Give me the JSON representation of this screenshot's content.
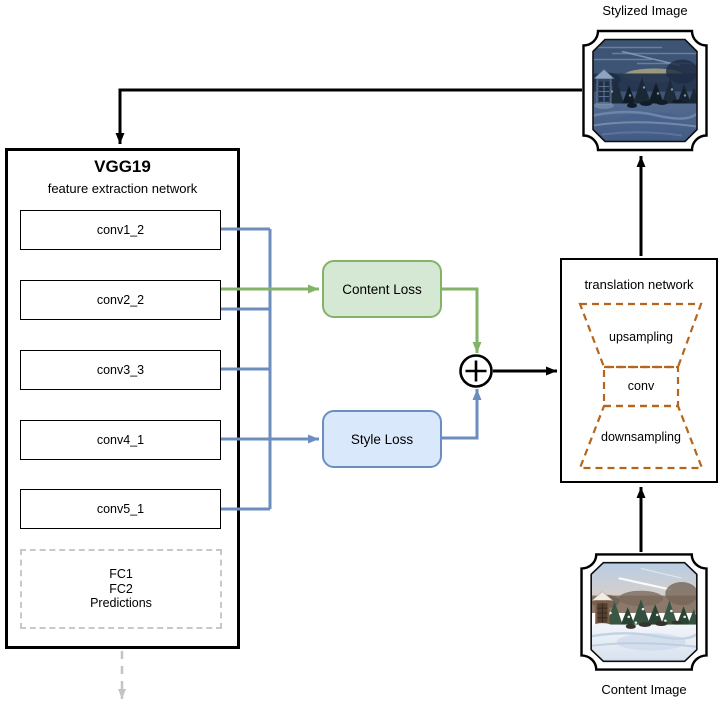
{
  "labels": {
    "stylized_image": "Stylized Image",
    "content_image": "Content Image"
  },
  "vgg": {
    "title": "VGG19",
    "subtitle": "feature extraction network",
    "layers": [
      "conv1_2",
      "conv2_2",
      "conv3_3",
      "conv4_1",
      "conv5_1"
    ],
    "fc": [
      "FC1",
      "FC2",
      "Predictions"
    ]
  },
  "loss": {
    "content": "Content Loss",
    "style": "Style Loss",
    "sum_symbol": "+"
  },
  "translation": {
    "title": "translation network",
    "blocks": [
      "upsampling",
      "conv",
      "downsampling"
    ]
  },
  "colors": {
    "content_loss_fill": "#d5e8d4",
    "content_loss_stroke": "#82b366",
    "style_loss_fill": "#dae8fc",
    "style_loss_stroke": "#6c8ebf",
    "connector_green": "#82b366",
    "connector_blue": "#6c8ebf",
    "translation_dash": "#b5651d",
    "fc_dash_gray": "#c8c8c8",
    "dashed_arrow_gray": "#c4c4c4",
    "arrow_black": "#000000"
  }
}
